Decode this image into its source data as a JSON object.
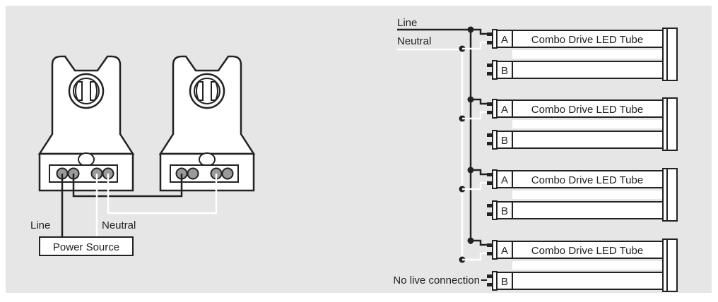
{
  "colors": {
    "panel": "#e6e6e6",
    "stroke": "#222222",
    "body_fill": "#ffffff",
    "pin_fill": "#9a9a9a",
    "white_wire": "#ffffff"
  },
  "left": {
    "line_label": "Line",
    "neutral_label": "Neutral",
    "power_source_label": "Power Source"
  },
  "right": {
    "line_label": "Line",
    "neutral_label": "Neutral",
    "no_live_label": "No live connection",
    "tubes": [
      {
        "end_a": "A",
        "end_b": "B",
        "label": "Combo Drive LED Tube"
      },
      {
        "end_a": "A",
        "end_b": "B",
        "label": "Combo Drive LED Tube"
      },
      {
        "end_a": "A",
        "end_b": "B",
        "label": "Combo Drive LED Tube"
      },
      {
        "end_a": "A",
        "end_b": "B",
        "label": "Combo Drive LED Tube"
      }
    ]
  }
}
